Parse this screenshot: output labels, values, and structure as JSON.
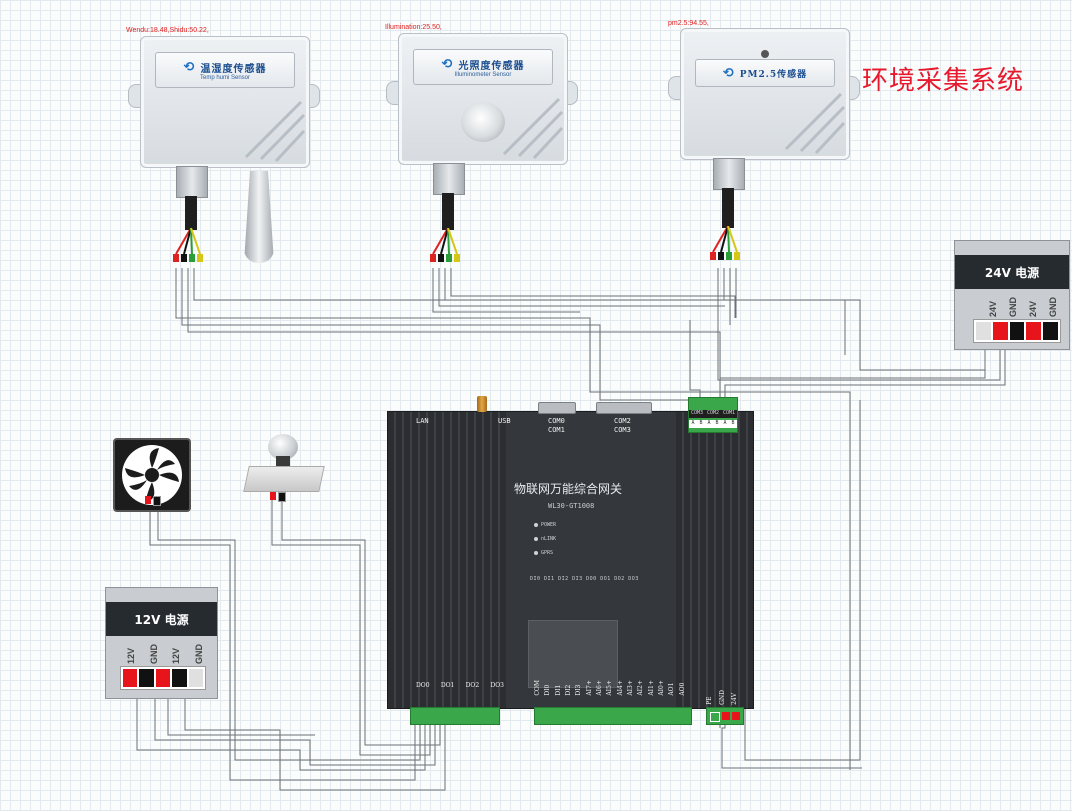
{
  "readings": {
    "temp_humidity": "Wendu:18.48,Shidu:50.22,",
    "illumination": "Illumination:25.50,",
    "pm25": "pm2.5:94.55,"
  },
  "title": "环境采集系统",
  "sensors": [
    {
      "name": "温湿度传感器",
      "sub": "Temp humi Sensor"
    },
    {
      "name": "光照度传感器",
      "sub": "Illuminometer Sensor"
    },
    {
      "name": "PM2.5传感器",
      "sub": ""
    }
  ],
  "psu24": {
    "title": "24V 电源",
    "terminals": [
      "24V",
      "GND",
      "24V",
      "GND"
    ]
  },
  "psu12": {
    "title": "12V 电源",
    "terminals": [
      "12V",
      "GND",
      "12V",
      "GND"
    ]
  },
  "gateway": {
    "title": "物联网万能综合网关",
    "model": "WL30-GT1008",
    "ports": {
      "lan": "LAN",
      "usb": "USB",
      "com0": "COM0",
      "com1": "COM1",
      "com2": "COM2",
      "com3": "COM3"
    },
    "leds": [
      "POWER",
      "nLINK",
      "GPRS"
    ],
    "io_leds": "DI0 DI1 DI2 DI3 DO0 DO1 DO2 DO3",
    "relay_labels": [
      "DO0",
      "DO1",
      "DO2",
      "DO3"
    ],
    "bottom_pins": [
      "COM",
      "DI0",
      "DI1",
      "DI2",
      "DI3",
      "AI7+",
      "AI6+",
      "AI5+",
      "AI4+",
      "AI3+",
      "AI2+",
      "AI1+",
      "AI0+",
      "AO1",
      "AO0"
    ],
    "power_pins": [
      "PE",
      "GND",
      "24V"
    ],
    "com_terminal": [
      "COM3",
      "COM2",
      "COM1"
    ],
    "com_pins": [
      "A",
      "B",
      "A",
      "B",
      "A",
      "B"
    ]
  },
  "colors": {
    "title_red": "#e8192c",
    "terminal_green": "#3aa84a",
    "gateway_dark": "#2b2d30"
  }
}
